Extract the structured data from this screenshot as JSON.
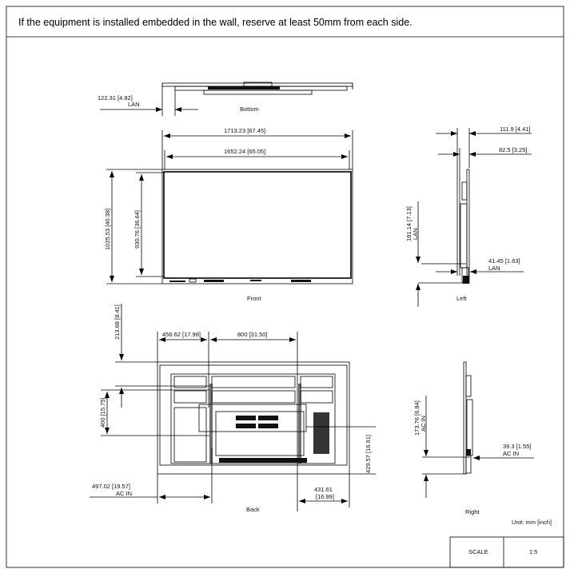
{
  "header": {
    "note": "If the equipment is installed embedded in the wall, reserve at least 50mm from each side."
  },
  "views": {
    "bottom": {
      "label": "Bottom",
      "dim_lan": "122.31 [4.82]",
      "dim_lan_label": "LAN"
    },
    "front": {
      "label": "Front",
      "width_outer": "1713.23 [67.45]",
      "width_inner": "1652.24 [65.05]",
      "height_outer": "1025.53 [40.38]",
      "height_inner": "930.76 [36.64]"
    },
    "left": {
      "label": "Left",
      "depth_total": "111.9 [4.41]",
      "depth_body": "82.5 [3.25]",
      "lan_height": "181.14 [7.13]",
      "lan_height_label": "LAN",
      "lan_depth": "41.45 [1.63]",
      "lan_depth_label": "LAN"
    },
    "back": {
      "label": "Back",
      "top_offset": "213.68 [8.41]",
      "left_offset": "456.62 [17.98]",
      "vesa_w": "800 [31.50]",
      "vesa_h": "400 [15.75]",
      "bottom_offset": "429.57 [16.91]",
      "ac_in_x": "497.02 [19.57]",
      "ac_in_label": "AC IN",
      "right_offset_a": "431.61",
      "right_offset_b": "[16.99]"
    },
    "right": {
      "label": "Right",
      "ac_height": "173.76 [6.84]",
      "ac_height_label": "AC IN",
      "ac_depth": "39.3 [1.55]",
      "ac_depth_label": "AC IN"
    }
  },
  "unit": "Unit: mm [inch]",
  "scale": {
    "label": "SCALE",
    "value": "1:5"
  }
}
